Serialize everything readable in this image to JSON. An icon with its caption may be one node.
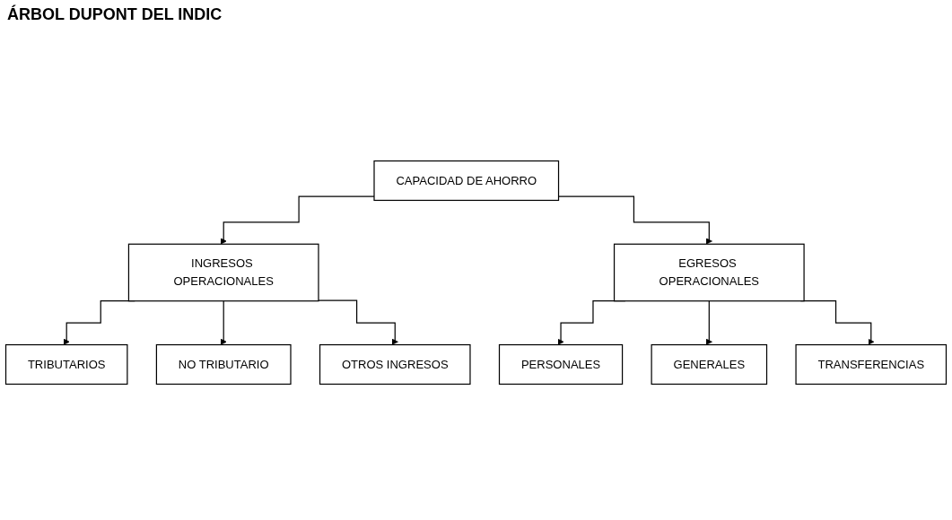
{
  "diagram": {
    "title": "ÁRBOL DUPONT DEL INDIC",
    "nodes": [
      {
        "text": [
          "CAPACIDAD DE AHORRO"
        ]
      },
      {
        "text": [
          "INGRESOS OPERACIONALES"
        ]
      },
      {
        "text": [
          "EGRESOS OPERACIONALES"
        ]
      },
      {
        "text": [
          "TRIBUTARIOS"
        ]
      },
      {
        "text": [
          "NO TRIBUTARIO"
        ]
      },
      {
        "text": [
          "PERSONALES"
        ]
      },
      {
        "text": [
          "GENERALES"
        ]
      },
      {
        "text": [
          "OTROS INGRESOS"
        ]
      },
      {
        "text": [
          "TRANSFERENCIAS"
        ]
      }
    ],
    "edges": [
      {
        "from": 0,
        "to": 1,
        "arrow": "to"
      },
      {
        "from": 0,
        "to": 2,
        "arrow": "to"
      },
      {
        "from": 1,
        "to": 3,
        "arrow": "to"
      },
      {
        "from": 1,
        "to": 4,
        "arrow": "to"
      },
      {
        "from": 1,
        "to": 7,
        "arrow": "to"
      },
      {
        "from": 2,
        "to": 5,
        "arrow": "to"
      },
      {
        "from": 2,
        "to": 6,
        "arrow": "to"
      },
      {
        "from": 2,
        "to": 8,
        "arrow": "to"
      }
    ]
  }
}
